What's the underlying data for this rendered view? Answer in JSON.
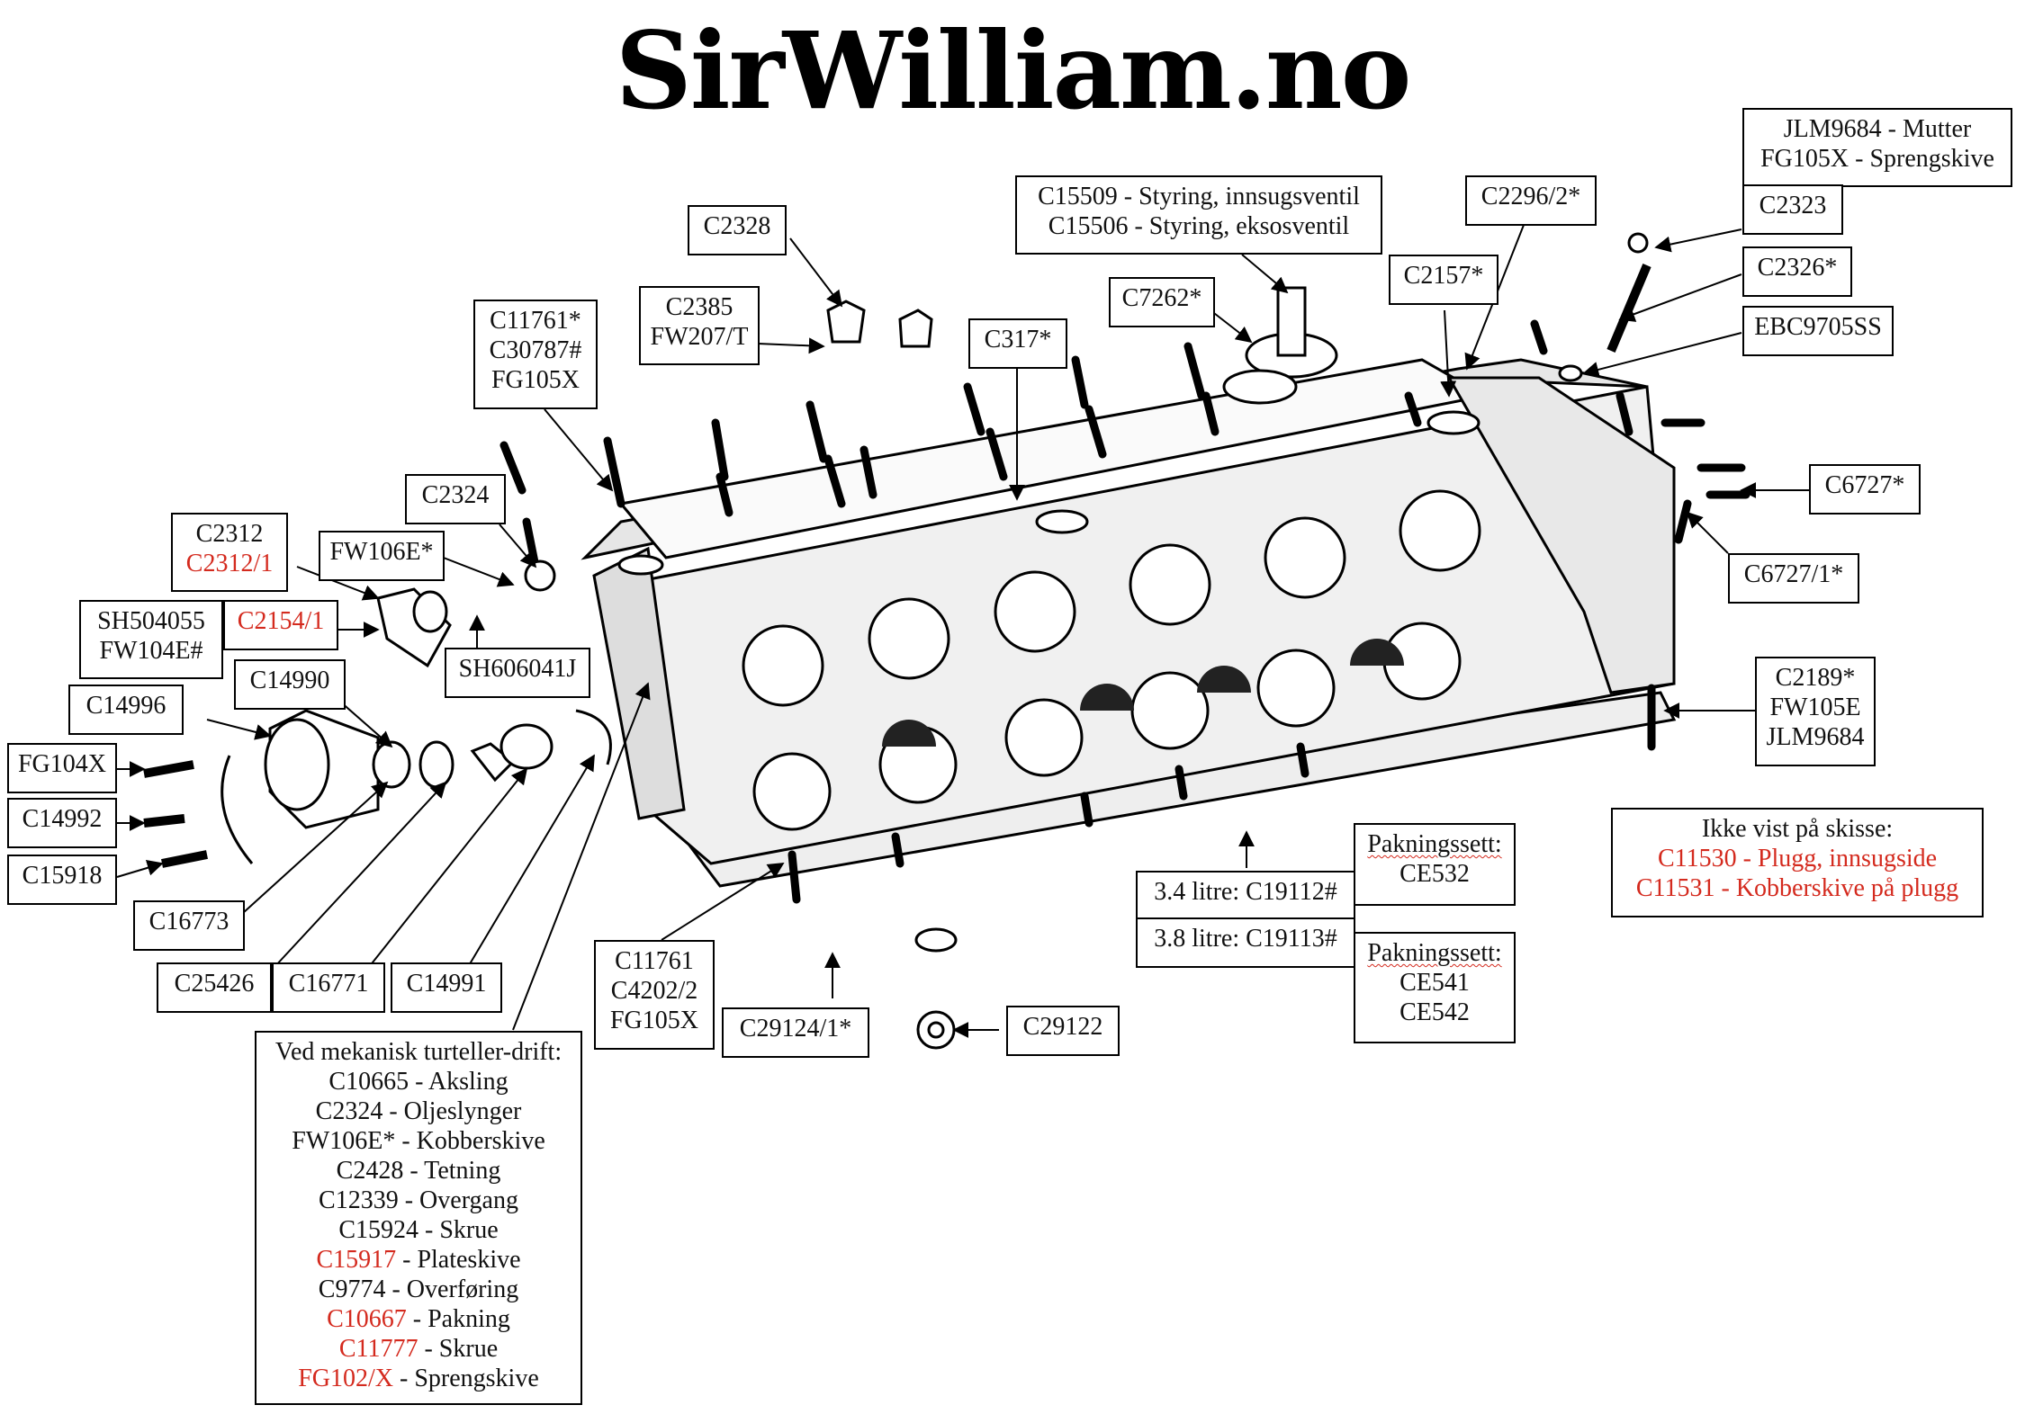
{
  "title": "SirWilliam.no",
  "labels": {
    "c2328": "C2328",
    "c2385": "C2385",
    "fw207t": "FW207/T",
    "c15509": "C15509 - Styring, innsugsventil",
    "c15506": "C15506 - Styring, eksosventil",
    "c7262": "C7262*",
    "c2296_2": "C2296/2*",
    "c2157": "C2157*",
    "jlm9684_mutter": "JLM9684 - Mutter",
    "fg105x_spreng": "FG105X - Sprengskive",
    "c2323": "C2323",
    "c2326": "C2326*",
    "ebc9705ss": "EBC9705SS",
    "c317": "C317*",
    "c11761_star": "C11761*",
    "c30787": "C30787#",
    "fg105x_a": "FG105X",
    "c2324": "C2324",
    "c2312": "C2312",
    "c2312_1": "C2312/1",
    "fw106e": "FW106E*",
    "sh504055": "SH504055",
    "fw104e": "FW104E#",
    "c2154_1": "C2154/1",
    "sh606041j": "SH606041J",
    "c14990": "C14990",
    "c14996": "C14996",
    "fg104x": "FG104X",
    "c14992": "C14992",
    "c15918": "C15918",
    "c16773": "C16773",
    "c25426": "C25426",
    "c16771": "C16771",
    "c14991": "C14991",
    "c6727": "C6727*",
    "c6727_1": "C6727/1*",
    "c2189": "C2189*",
    "fw105e": "FW105E",
    "jlm9684": "JLM9684",
    "c11761": "C11761",
    "c4202_2": "C4202/2",
    "fg105x_b": "FG105X",
    "c29124_1": "C29124/1*",
    "c29122": "C29122",
    "litre34": "3.4 litre: C19112#",
    "litre38": "3.8 litre: C19113#",
    "pakningssett_1": "Pakningssett:",
    "ce532": "CE532",
    "pakningssett_2": "Pakningssett:",
    "ce541": "CE541",
    "ce542": "CE542"
  },
  "not_shown": {
    "heading": "Ikke vist på skisse:",
    "item1": "C11530 - Plugg, innsugside",
    "item2": "C11531 - Kobberskive på plugg"
  },
  "tacho": {
    "heading": "Ved mekanisk turteller-drift:",
    "items": [
      {
        "code": "C10665",
        "desc": " - Aksling",
        "red": false
      },
      {
        "code": "C2324",
        "desc": " - Oljeslynger",
        "red": false
      },
      {
        "code": "FW106E*",
        "desc": " - Kobberskive",
        "red": false
      },
      {
        "code": "C2428",
        "desc": " - Tetning",
        "red": false
      },
      {
        "code": "C12339",
        "desc": " - Overgang",
        "red": false
      },
      {
        "code": "C15924",
        "desc": " - Skrue",
        "red": false
      },
      {
        "code": "C15917",
        "desc": " - Plateskive",
        "red": true
      },
      {
        "code": "C9774",
        "desc": " - Overføring",
        "red": false
      },
      {
        "code": "C10667",
        "desc": " - Pakning",
        "red": true
      },
      {
        "code": "C11777",
        "desc": " - Skrue",
        "red": true
      },
      {
        "code": "FG102/X",
        "desc": " - Sprengskive",
        "red": true
      }
    ]
  },
  "colors": {
    "accent_red": "#d42a1e",
    "line": "#000000"
  }
}
